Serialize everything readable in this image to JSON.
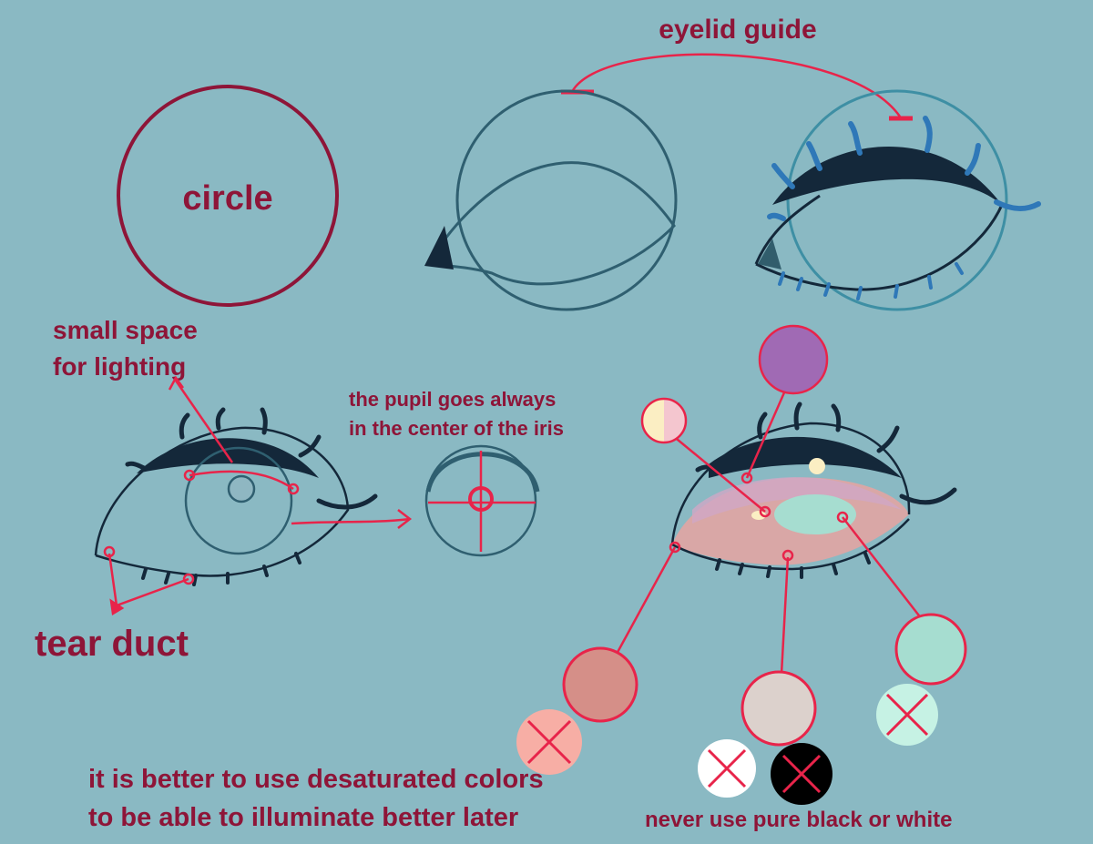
{
  "labels": {
    "eyelid_guide": "eyelid guide",
    "circle": "circle",
    "small_space_line1": "small space",
    "small_space_line2": "for lighting",
    "pupil_line1": "the pupil goes always",
    "pupil_line2": "in the center of the iris",
    "tear_duct": "tear duct",
    "desaturated_line1": "it is better to use desaturated colors",
    "desaturated_line2": "to be able to illuminate better later",
    "never_use": "never use pure black or white"
  },
  "colors": {
    "background": "#8ab9c3",
    "label_text": "#8e1538",
    "annotation_red": "#e8244a",
    "guide_stroke": "#2f5f70",
    "eyelid_fill": "#14283a",
    "lash_blue": "#2f78b8",
    "swatch_purple": "#a06ab4",
    "swatch_iris_mint": "#a6ddd0",
    "swatch_white_base": "#dcd1cc",
    "swatch_skin": "#d58f88",
    "swatch_highlight_cream": "#fbeec3",
    "swatch_highlight_pink": "#f4c6cf",
    "bad_mint": "#c6f2e4",
    "bad_pink": "#f7aea5",
    "bad_white": "#ffffff",
    "bad_black": "#000000"
  }
}
